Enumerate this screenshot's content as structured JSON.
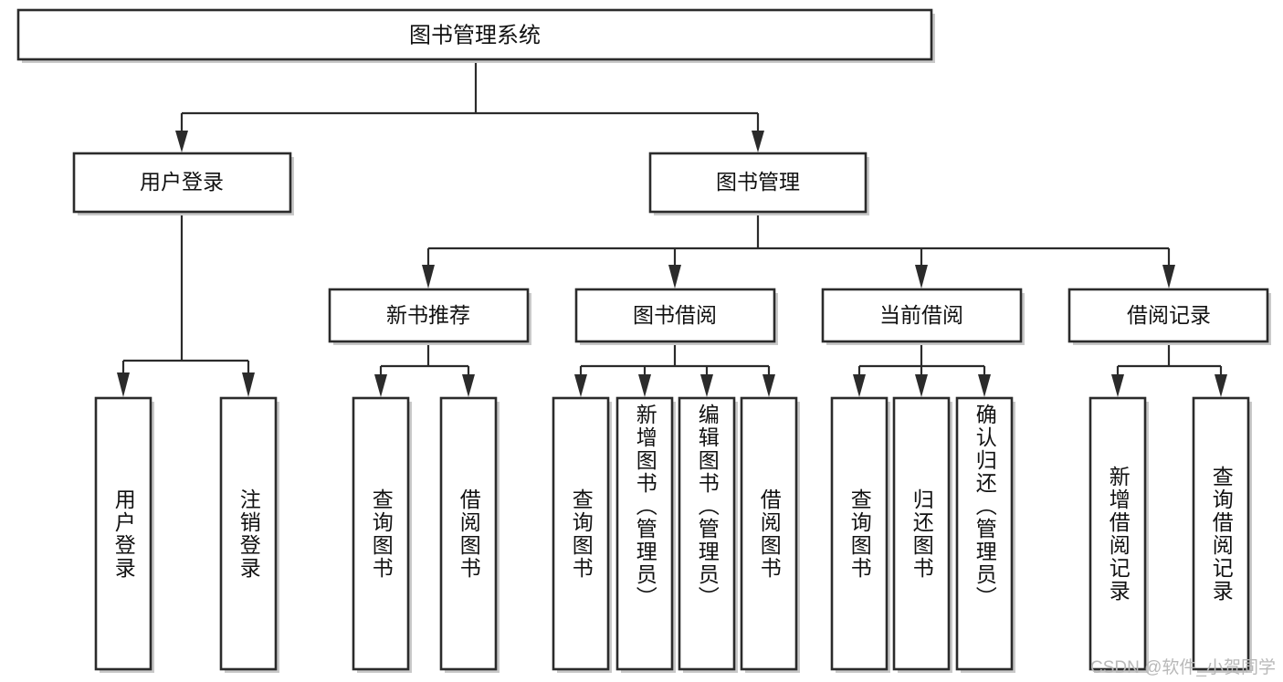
{
  "diagram": {
    "type": "tree-hierarchy-chart",
    "title": "图书管理系统",
    "orientation": "top-down",
    "colors": {
      "box_stroke": "#2b2b2b",
      "box_fill": "#ffffff",
      "edge": "#2b2b2b",
      "text": "#111111",
      "watermark": "#b9b9b9"
    },
    "root": {
      "id": "root",
      "label": "图书管理系统"
    },
    "level2": [
      {
        "id": "user-login",
        "label": "用户登录"
      },
      {
        "id": "book-manage",
        "label": "图书管理"
      }
    ],
    "level3": [
      {
        "id": "new-book-rec",
        "label": "新书推荐",
        "parent": "book-manage"
      },
      {
        "id": "book-borrow",
        "label": "图书借阅",
        "parent": "book-manage"
      },
      {
        "id": "current-borrow",
        "label": "当前借阅",
        "parent": "book-manage"
      },
      {
        "id": "borrow-record",
        "label": "借阅记录",
        "parent": "book-manage"
      }
    ],
    "leaves": [
      {
        "id": "leaf-user-login",
        "label": "用户登录",
        "parent": "user-login"
      },
      {
        "id": "leaf-user-logout",
        "label": "注销登录",
        "parent": "user-login"
      },
      {
        "id": "leaf-rec-query",
        "label": "查询图书",
        "parent": "new-book-rec"
      },
      {
        "id": "leaf-rec-borrow",
        "label": "借阅图书",
        "parent": "new-book-rec"
      },
      {
        "id": "leaf-borrow-query",
        "label": "查询图书",
        "parent": "book-borrow"
      },
      {
        "id": "leaf-borrow-add",
        "label": "新增图书（管理员）",
        "parent": "book-borrow"
      },
      {
        "id": "leaf-borrow-edit",
        "label": "编辑图书（管理员）",
        "parent": "book-borrow"
      },
      {
        "id": "leaf-borrow-do",
        "label": "借阅图书",
        "parent": "book-borrow"
      },
      {
        "id": "leaf-cur-query",
        "label": "查询图书",
        "parent": "current-borrow"
      },
      {
        "id": "leaf-cur-return",
        "label": "归还图书",
        "parent": "current-borrow"
      },
      {
        "id": "leaf-cur-confirm",
        "label": "确认归还（管理员）",
        "parent": "current-borrow"
      },
      {
        "id": "leaf-rec-add",
        "label": "新增借阅记录",
        "parent": "borrow-record"
      },
      {
        "id": "leaf-rec-query2",
        "label": "查询借阅记录",
        "parent": "borrow-record"
      }
    ]
  },
  "watermark": {
    "text": "CSDN @软件_小贺同学"
  }
}
